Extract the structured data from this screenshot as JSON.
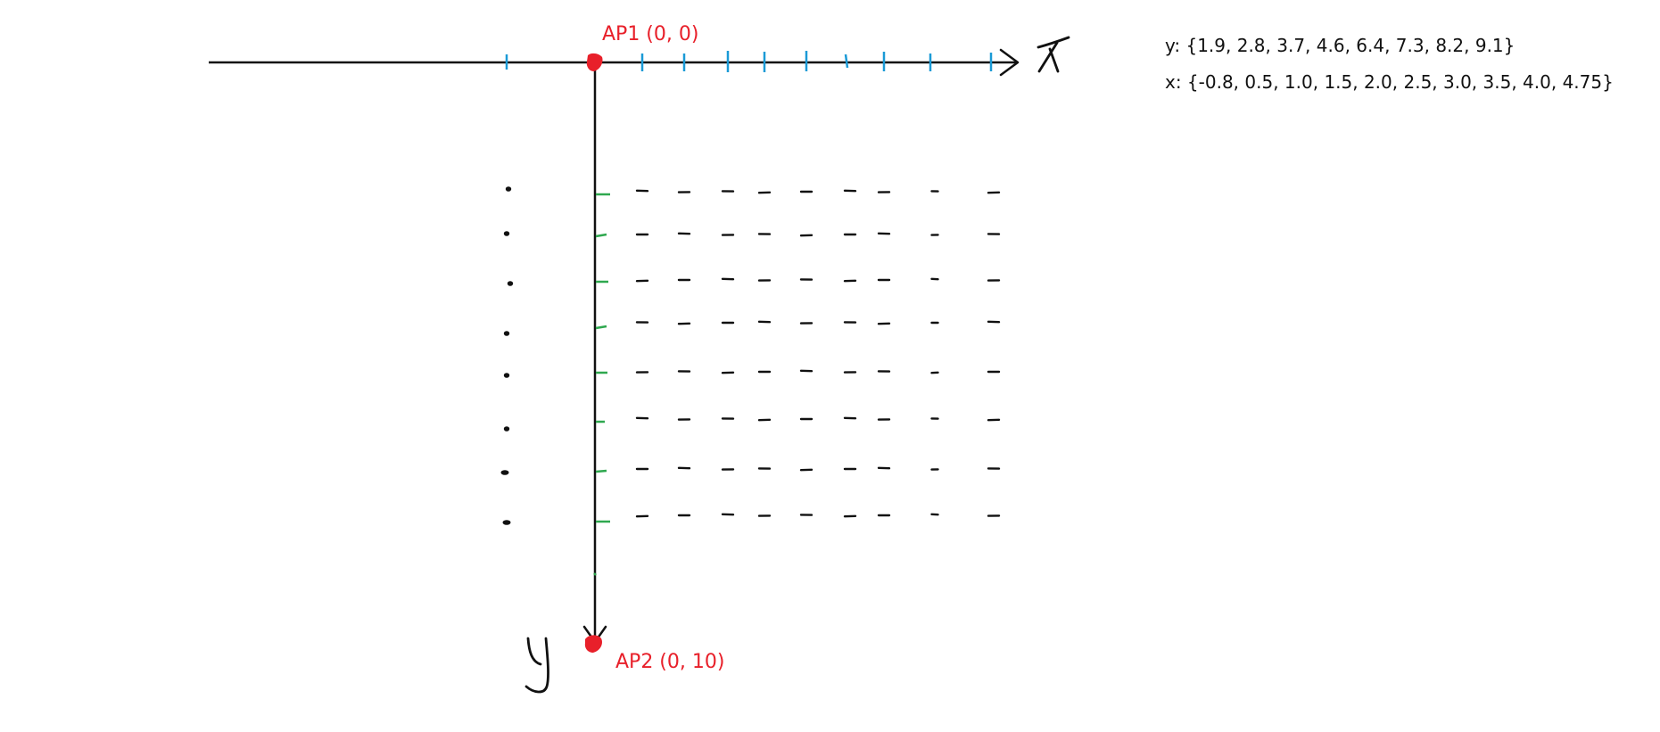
{
  "anchor_points": [
    {
      "label": "AP1 (0, 0)"
    },
    {
      "label": "AP2 (0, 10)"
    }
  ],
  "y_values_text": "y: {1.9, 2.8, 3.7, 4.6, 6.4, 7.3, 8.2, 9.1}",
  "x_values_text": "x: {-0.8, 0.5, 1.0, 1.5, 2.0, 2.5, 3.0, 3.5, 4.0, 4.75}",
  "axis_names": {
    "x": "x",
    "y": "y"
  },
  "colors": {
    "ink": "#111111",
    "anchor": "#e8202a",
    "x_tick": "#1a9ad6",
    "y_tick": "#2fa84f"
  }
}
